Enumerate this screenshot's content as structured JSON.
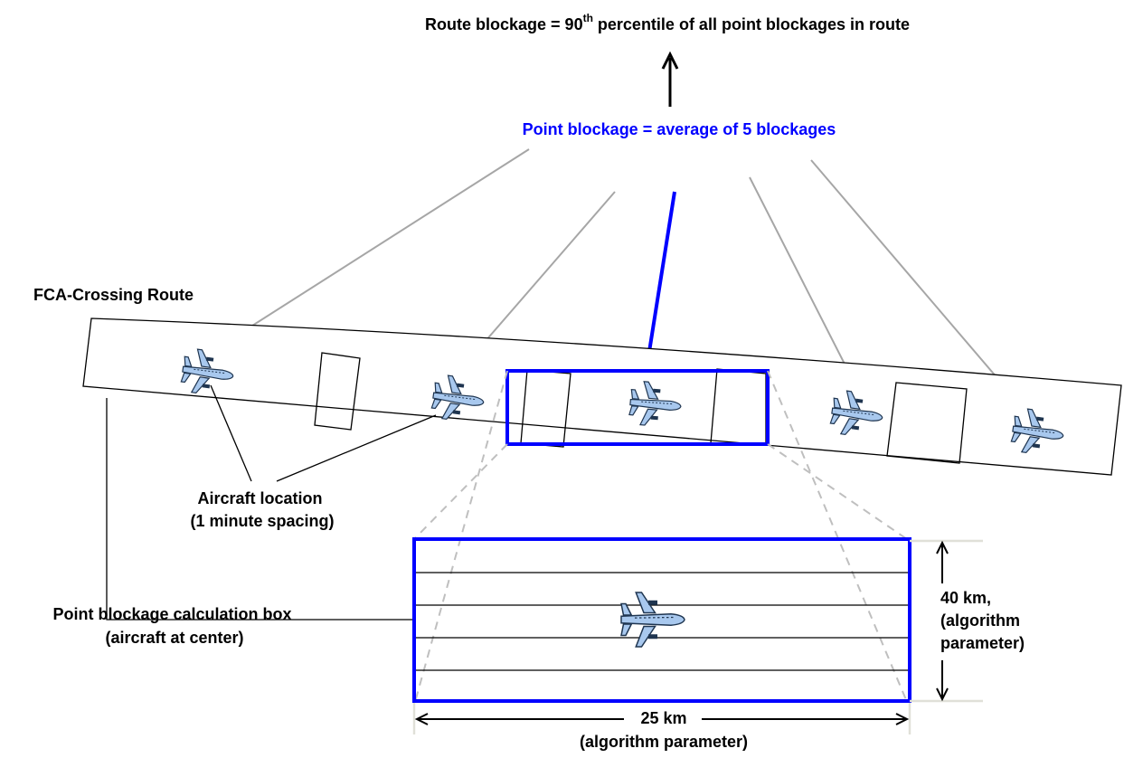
{
  "title": {
    "prefix": "Route blockage = 90",
    "superscript": "th",
    "suffix": " percentile of all point blockages in route"
  },
  "point_blockage_label": "Point blockage = average of 5 blockages",
  "route_label": "FCA-Crossing Route",
  "aircraft_location_label": {
    "line1": "Aircraft location",
    "line2": "(1 minute spacing)"
  },
  "calc_box_label": {
    "line1": "Point blockage calculation box",
    "line2": "(aircraft at center)"
  },
  "height_label": {
    "line1": "40 km,",
    "line2": "(algorithm",
    "line3": "parameter)"
  },
  "width_label": {
    "line1": "25 km",
    "line2": "(algorithm parameter)"
  },
  "colors": {
    "highlight": "#0000ff",
    "connector": "#a6a6a6",
    "dashed": "#bfbfbf",
    "aircraft_fill": "#a8c8ee",
    "aircraft_stroke": "#1f3550"
  },
  "icon_name": "airplane-icon"
}
